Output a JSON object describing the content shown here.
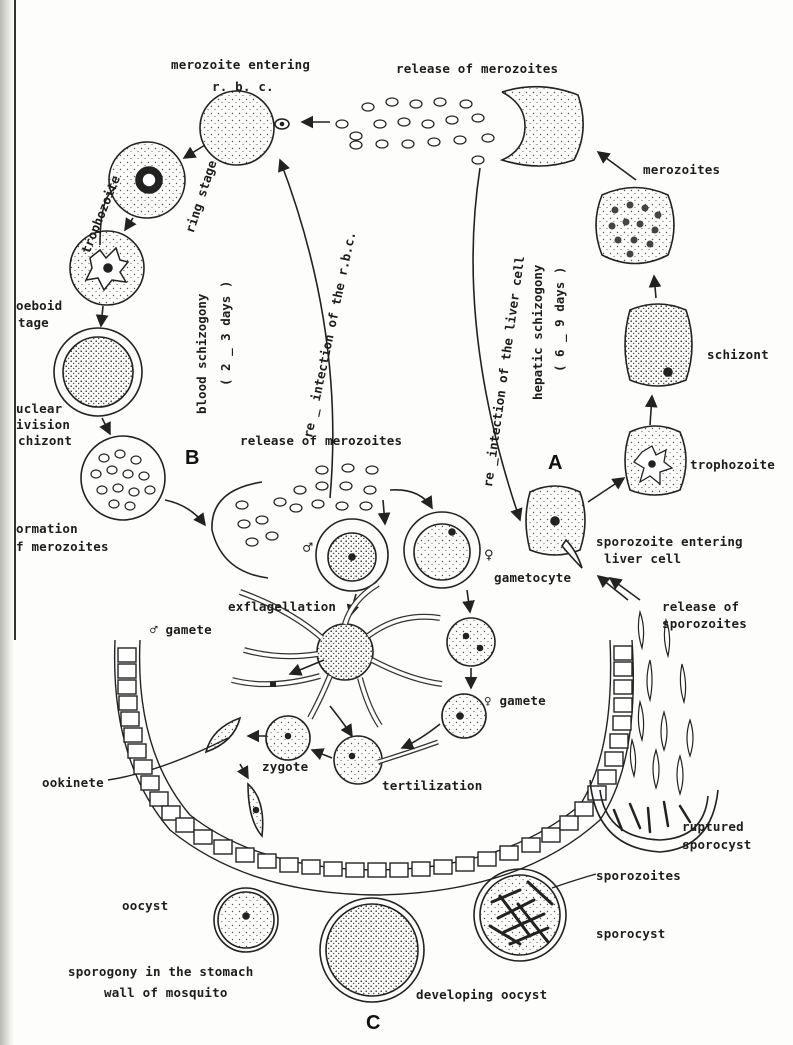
{
  "sections": {
    "a": "A",
    "b": "B",
    "c": "C"
  },
  "labels": {
    "merozoite_entering": "merozoite entering",
    "rbc": "r. b. c.",
    "release_merozoites_top": "release of merozoites",
    "trophozoite_left": "trophozoite",
    "ring_stage": "ring stage",
    "amoeboid_1": "oeboid",
    "amoeboid_2": "tage",
    "nuclear_1": "uclear",
    "nuclear_2": "ivision",
    "nuclear_3": "chizont",
    "formation_1": "ormation",
    "formation_2": "f merozoites",
    "blood_schizogony": "blood schizogony",
    "blood_days": "( 2 _ 3 days )",
    "reinfection_rbc": "re _ intection of the r.b.c.",
    "reinfection_liver": "re _intection of the liver cell",
    "hepatic_schizogony": "hepatic schizogony",
    "hepatic_days": "( 6 _ 9 days )",
    "merozoites_right": "merozoites",
    "schizont_right": "schizont",
    "trophozoite_right": "trophozoite",
    "release_merozoites_mid": "release of merozoites",
    "sporozoite_entering_1": "sporozoite entering",
    "sporozoite_entering_2": "liver cell",
    "male_symbol": "♂",
    "female_symbol": "♀",
    "gametocyte": "gametocyte",
    "exflagellation": "exflagellation",
    "male_gamete": "♂ gamete",
    "female_gamete": "♀ gamete",
    "release_sporozoites_1": "release of",
    "release_sporozoites_2": "sporozoites",
    "zygote": "zygote",
    "fertilization": "tertilization",
    "ookinete": "ookinete",
    "ruptured_1": "ruptured",
    "ruptured_2": "sporocyst",
    "sporozoites": "sporozoites",
    "sporocyst": "sporocyst",
    "oocyst": "oocyst",
    "sporogony_1": "sporogony in the stomach",
    "sporogony_2": "wall of mosquito",
    "developing_oocyst": "developing oocyst"
  }
}
